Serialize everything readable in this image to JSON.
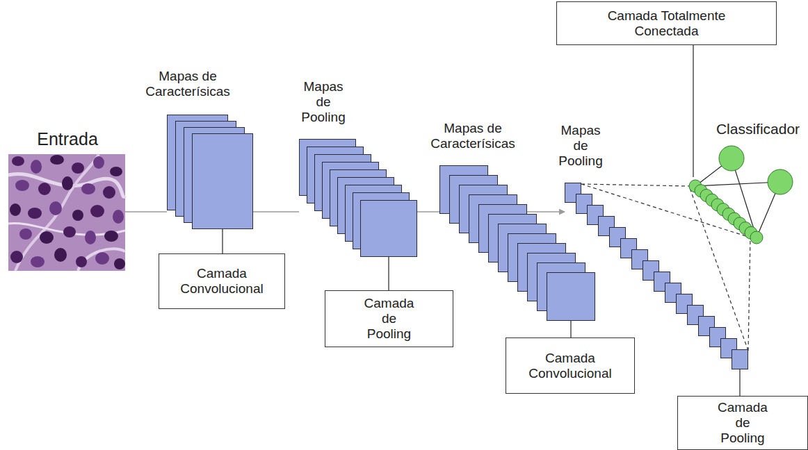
{
  "diagram": {
    "nodes": [
      {
        "text": [
          "Entrada"
        ]
      },
      {
        "text": [
          "Mapas de Caracterísicas"
        ]
      },
      {
        "text": [
          "Camada Convolucional"
        ]
      },
      {
        "text": [
          "Mapas de Pooling"
        ]
      },
      {
        "text": [
          "Camada de Pooling"
        ]
      },
      {
        "text": [
          "Mapas de Caracterísicas"
        ]
      },
      {
        "text": [
          "Camada Convolucional"
        ]
      },
      {
        "text": [
          "Mapas de Pooling"
        ]
      },
      {
        "text": [
          "Camada de Pooling"
        ]
      },
      {
        "text": [
          "Camada Totalmente Conectada"
        ]
      },
      {
        "text": [
          "Classificador"
        ]
      }
    ],
    "edges": [
      {
        "from": 0,
        "to": 1,
        "arrow": "none"
      },
      {
        "from": 1,
        "to": 3,
        "arrow": "none"
      },
      {
        "from": 3,
        "to": 5,
        "arrow": "none"
      },
      {
        "from": 5,
        "to": 7,
        "arrow": "to"
      },
      {
        "from": 2,
        "to": 1,
        "arrow": "none"
      },
      {
        "from": 4,
        "to": 3,
        "arrow": "none"
      },
      {
        "from": 6,
        "to": 5,
        "arrow": "none"
      },
      {
        "from": 8,
        "to": 7,
        "arrow": "none"
      },
      {
        "from": 9,
        "to": 10,
        "arrow": "none"
      },
      {
        "from": 7,
        "to": 10,
        "arrow": "none"
      }
    ]
  }
}
